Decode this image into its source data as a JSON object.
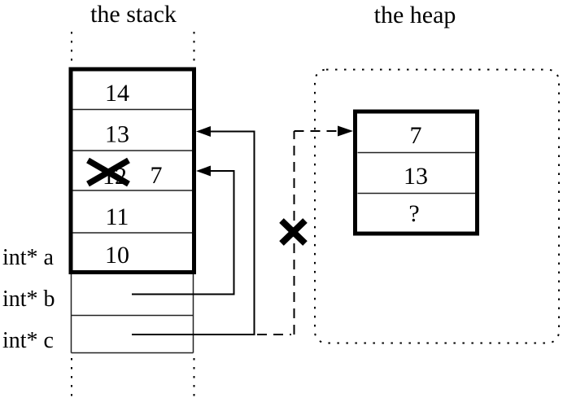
{
  "diagram": {
    "stack_title": "the stack",
    "heap_title": "the heap",
    "stack_cells": [
      {
        "value": "14"
      },
      {
        "value": "13"
      },
      {
        "value": "12",
        "crossed_out": true,
        "new_value": "7"
      },
      {
        "value": "11"
      },
      {
        "value": "10"
      }
    ],
    "pointer_labels": [
      {
        "label": "int* a"
      },
      {
        "label": "int* b"
      },
      {
        "label": "int* c"
      }
    ],
    "heap_cells": [
      {
        "value": "7"
      },
      {
        "value": "13"
      },
      {
        "value": "?"
      }
    ],
    "colors": {
      "ink": "#000000",
      "background": "#ffffff"
    }
  }
}
